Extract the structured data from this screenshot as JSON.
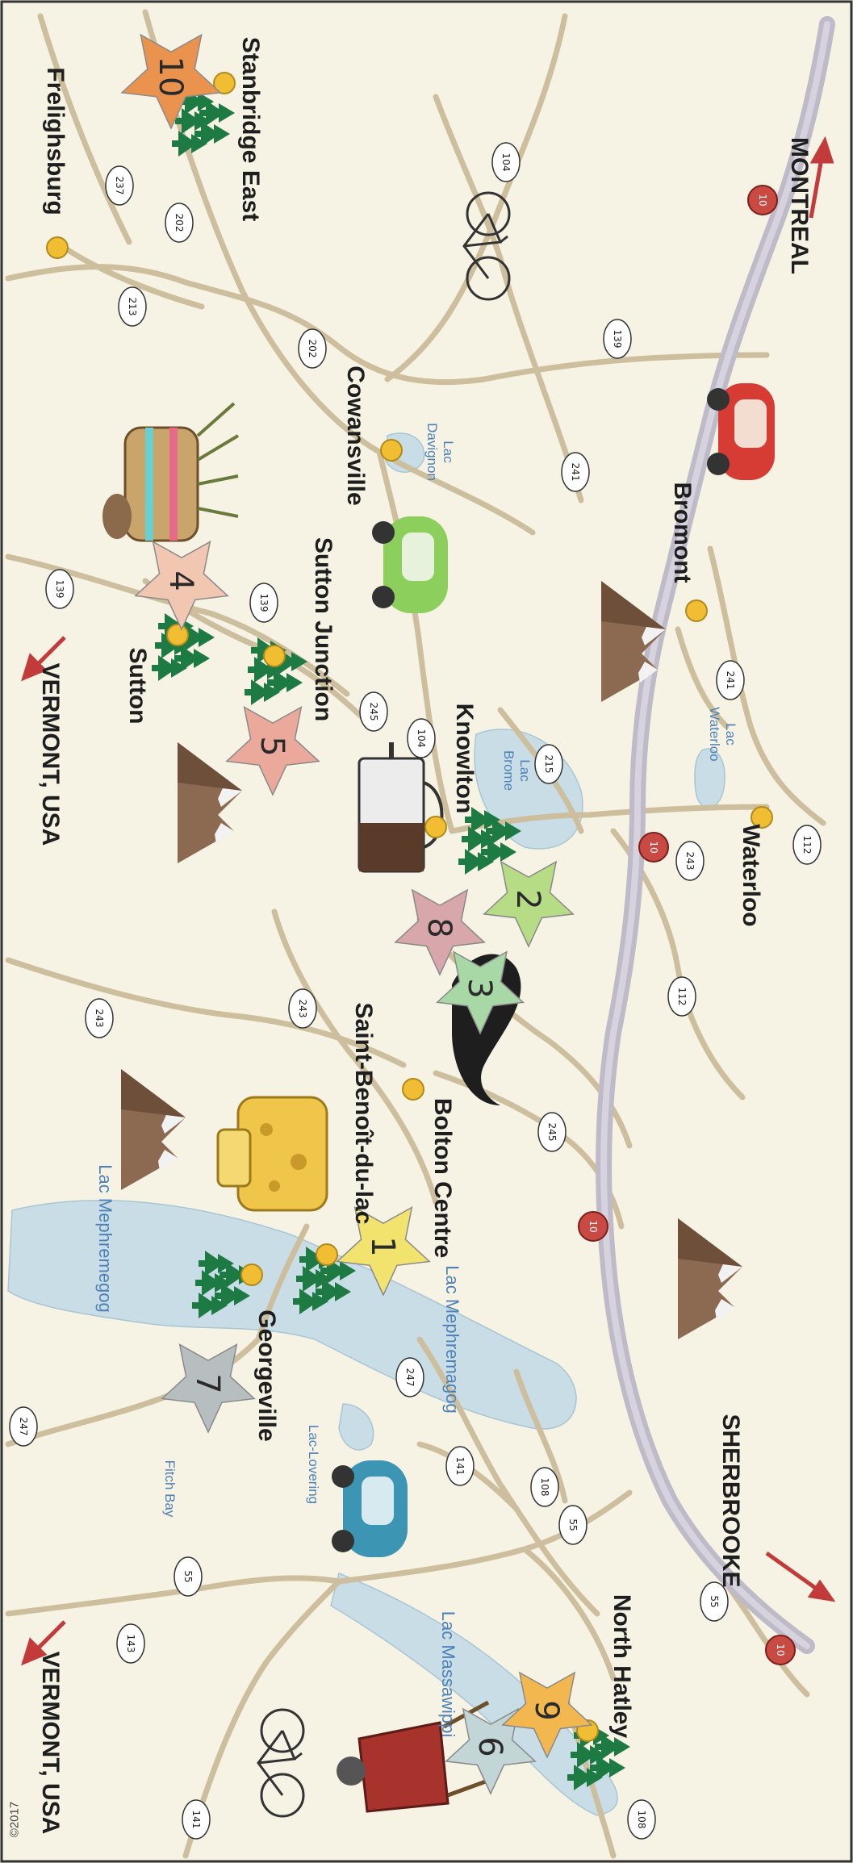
{
  "map": {
    "copyright": "©2017",
    "cities": {
      "montreal": "MONTREAL",
      "sherbrooke": "SHERBROOKE",
      "vermont_upper": "VERMONT, USA",
      "vermont_lower": "VERMONT, USA"
    },
    "towns": {
      "stanbridge_east": "Stanbridge East",
      "frelighsburg": "Frelighsburg",
      "cowansville": "Cowansville",
      "bromont": "Bromont",
      "sutton_junction": "Sutton Junction",
      "sutton": "Sutton",
      "knowlton": "Knowlton",
      "waterloo": "Waterloo",
      "saint_benoit": "Saint-Benoît-du-lac",
      "bolton_centre": "Bolton Centre",
      "georgeville": "Georgeville",
      "north_hatley": "North Hatley"
    },
    "lakes": {
      "davignon": [
        "Lac",
        "Davignon"
      ],
      "waterloo": [
        "Lac",
        "Waterloo"
      ],
      "brome": [
        "Lac",
        "Brome"
      ],
      "memphremagog_west": "Lac Mephremegog",
      "memphremagog_east": "Lac Mephremagog",
      "lovering": "Lac-Lovering",
      "fitch_bay": "Fitch Bay",
      "massawippi": "Lac Massawippi"
    },
    "highway_shields": [
      "10",
      "10",
      "10",
      "10"
    ],
    "route_shields": [
      "237",
      "202",
      "213",
      "104",
      "139",
      "202",
      "241",
      "139",
      "139",
      "241",
      "245",
      "104",
      "215",
      "243",
      "112",
      "112",
      "243",
      "243",
      "245",
      "247",
      "247",
      "141",
      "108",
      "55",
      "55",
      "143",
      "141",
      "108",
      "55"
    ],
    "stars": [
      {
        "number": "1",
        "color": "#f2e36e"
      },
      {
        "number": "2",
        "color": "#b7dc86"
      },
      {
        "number": "3",
        "color": "#a8d8a6"
      },
      {
        "number": "4",
        "color": "#f1c7b2"
      },
      {
        "number": "5",
        "color": "#eba99c"
      },
      {
        "number": "6",
        "color": "#c3d6d7"
      },
      {
        "number": "7",
        "color": "#b6bec0"
      },
      {
        "number": "8",
        "color": "#d8a7ac"
      },
      {
        "number": "9",
        "color": "#f3b74f"
      },
      {
        "number": "10",
        "color": "#e9934f"
      }
    ],
    "icons": [
      "bicycle-icon",
      "red-car-icon",
      "green-car-icon",
      "blue-car-icon",
      "mountain-icon",
      "tree-cluster-icon",
      "coffee-press-icon",
      "cheese-icon",
      "harvest-basket-icon",
      "wheelbarrow-icon",
      "monk-silhouette-icon",
      "direction-arrow-icon"
    ],
    "colors": {
      "background": "#f6f2e4",
      "highway": "#bfbac8",
      "road": "#cdbf9d",
      "water": "#c9dde6",
      "town_dot": "#f1be33",
      "highway_shield": "#c94a43",
      "arrow": "#c23b3a",
      "tree": "#1e7a43"
    }
  }
}
